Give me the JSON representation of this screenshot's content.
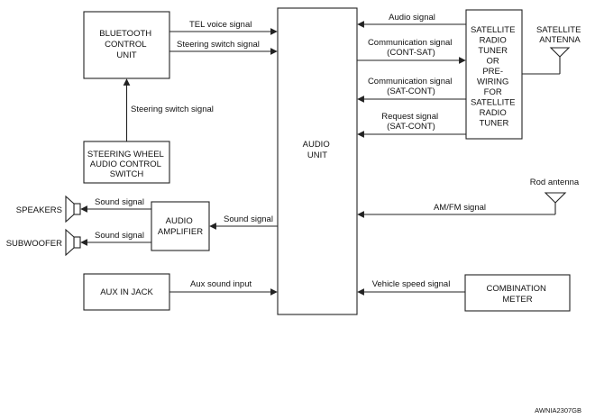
{
  "units": {
    "bluetooth": [
      "BLUETOOTH",
      "CONTROL",
      "UNIT"
    ],
    "steering_switch": [
      "STEERING WHEEL",
      "AUDIO CONTROL",
      "SWITCH"
    ],
    "audio_amplifier": [
      "AUDIO",
      "AMPLIFIER"
    ],
    "aux_jack": [
      "AUX IN JACK"
    ],
    "audio_unit": [
      "AUDIO",
      "UNIT"
    ],
    "satellite_tuner": [
      "SATELLITE",
      "RADIO",
      "TUNER",
      "OR",
      "PRE-",
      "WIRING",
      "FOR",
      "SATELLITE",
      "RADIO",
      "TUNER"
    ],
    "combination_meter": [
      "COMBINATION",
      "METER"
    ]
  },
  "external": {
    "satellite_antenna": [
      "SATELLITE",
      "ANTENNA"
    ],
    "rod_antenna": "Rod antenna",
    "speakers": "SPEAKERS",
    "subwoofer": "SUBWOOFER"
  },
  "signals": {
    "tel_voice": "TEL voice signal",
    "steering_switch_1": "Steering switch signal",
    "steering_switch_2": "Steering switch signal",
    "audio": "Audio signal",
    "comm_cont_sat": [
      "Communication signal",
      "(CONT-SAT)"
    ],
    "comm_sat_cont": [
      "Communication signal",
      "(SAT-CONT)"
    ],
    "request": [
      "Request signal",
      "(SAT-CONT)"
    ],
    "am_fm": "AM/FM signal",
    "sound_amp": "Sound signal",
    "sound_speakers": "Sound signal",
    "sound_subwoofer": "Sound signal",
    "aux_sound": "Aux sound input",
    "vehicle_speed": "Vehicle speed signal"
  },
  "figure_code": "AWNIA2307GB"
}
